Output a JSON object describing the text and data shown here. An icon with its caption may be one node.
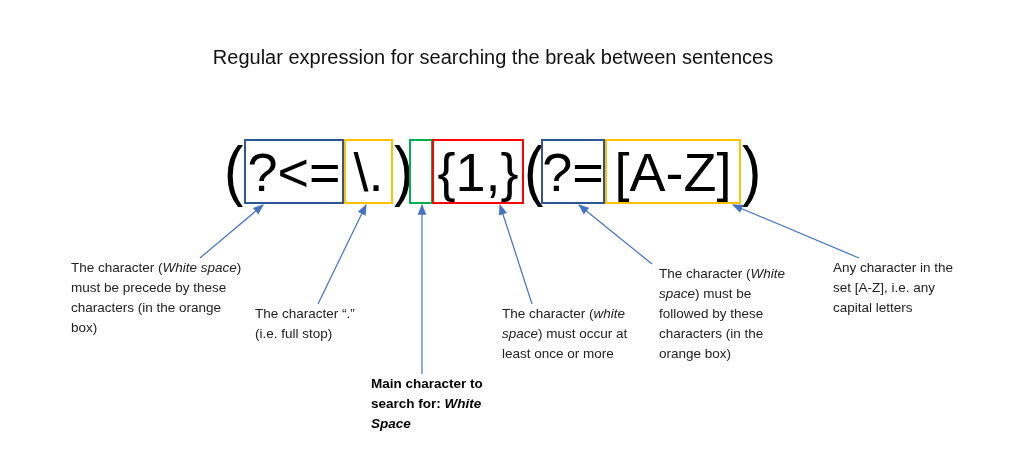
{
  "diagram": {
    "title": "Regular expression for searching the break between sentences",
    "nodes": [
      {
        "text": [
          "?<="
        ]
      },
      {
        "text": [
          "\\."
        ]
      },
      {
        "text": [],
        "shape": "box"
      },
      {
        "text": [
          "{1,}"
        ]
      },
      {
        "text": [
          "?="
        ]
      },
      {
        "text": [
          "[A-Z]"
        ]
      },
      {
        "text": [
          "The character (*White space*) must be precede by these characters (in the orange box)"
        ]
      },
      {
        "text": [
          "The character “.” (i.e. full stop)"
        ]
      },
      {
        "text": [
          "Main character to search for: *White Space*"
        ]
      },
      {
        "text": [
          "The character (*white space*) must occur at least once or more"
        ]
      },
      {
        "text": [
          "The character (*White space*) must be followed by these characters (in the orange box)"
        ]
      },
      {
        "text": [
          "Any character in the set [A-Z], i.e. any capital letters"
        ]
      }
    ],
    "edges": [
      {
        "from": 6,
        "to": 0,
        "arrow": "to"
      },
      {
        "from": 7,
        "to": 1,
        "arrow": "to"
      },
      {
        "from": 8,
        "to": 2,
        "arrow": "to"
      },
      {
        "from": 9,
        "to": 3,
        "arrow": "to"
      },
      {
        "from": 10,
        "to": 4,
        "arrow": "to"
      },
      {
        "from": 11,
        "to": 5,
        "arrow": "to"
      }
    ],
    "labels": [
      "(",
      ")",
      "(",
      ")"
    ]
  }
}
